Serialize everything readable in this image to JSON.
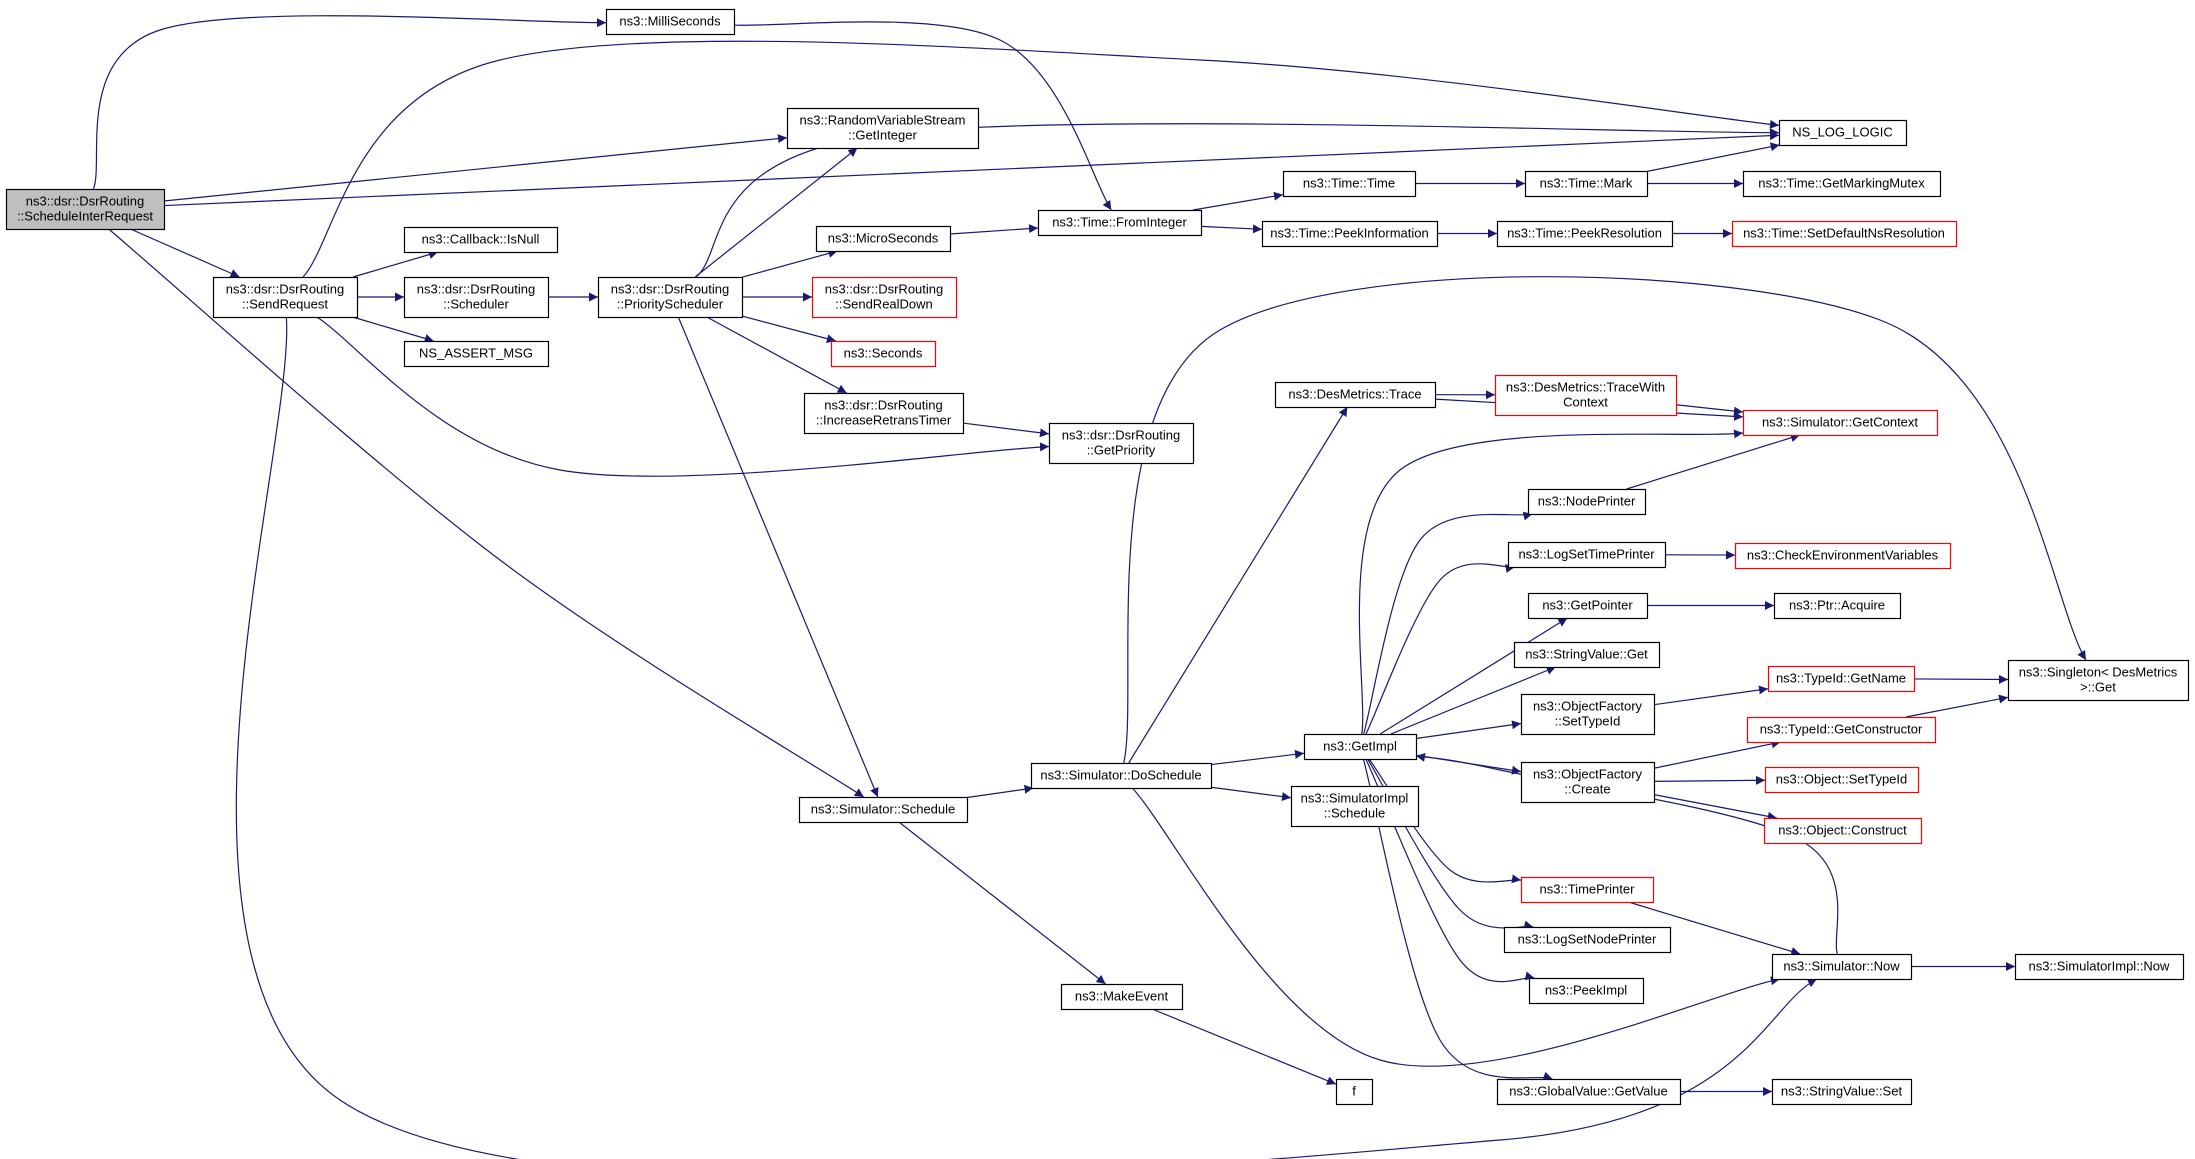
{
  "colors": {
    "edge": "#191970",
    "box_border": "#000000",
    "box_border_truncated": "#ff0000",
    "root_fill": "#bfbfbf",
    "box_fill": "#ffffff"
  },
  "nodes": [
    {
      "id": "root",
      "lines": [
        "ns3::dsr::DsrRouting",
        "::ScheduleInterRequest"
      ],
      "style": "root"
    },
    {
      "id": "milliseconds",
      "lines": [
        "ns3::MilliSeconds"
      ],
      "style": "normal"
    },
    {
      "id": "rvs_getinteger",
      "lines": [
        "ns3::RandomVariableStream",
        "::GetInteger"
      ],
      "style": "normal"
    },
    {
      "id": "ns_log_logic",
      "lines": [
        "NS_LOG_LOGIC"
      ],
      "style": "normal"
    },
    {
      "id": "callback_isnull",
      "lines": [
        "ns3::Callback::IsNull"
      ],
      "style": "normal"
    },
    {
      "id": "sendrequest",
      "lines": [
        "ns3::dsr::DsrRouting",
        "::SendRequest"
      ],
      "style": "normal"
    },
    {
      "id": "scheduler",
      "lines": [
        "ns3::dsr::DsrRouting",
        "::Scheduler"
      ],
      "style": "normal"
    },
    {
      "id": "priorityscheduler",
      "lines": [
        "ns3::dsr::DsrRouting",
        "::PriorityScheduler"
      ],
      "style": "normal"
    },
    {
      "id": "ns_assert_msg",
      "lines": [
        "NS_ASSERT_MSG"
      ],
      "style": "normal"
    },
    {
      "id": "microseconds",
      "lines": [
        "ns3::MicroSeconds"
      ],
      "style": "normal"
    },
    {
      "id": "sendrealdown",
      "lines": [
        "ns3::dsr::DsrRouting",
        "::SendRealDown"
      ],
      "style": "truncated"
    },
    {
      "id": "seconds",
      "lines": [
        "ns3::Seconds"
      ],
      "style": "truncated"
    },
    {
      "id": "increaseretranstimer",
      "lines": [
        "ns3::dsr::DsrRouting",
        "::IncreaseRetransTimer"
      ],
      "style": "normal"
    },
    {
      "id": "getpriority",
      "lines": [
        "ns3::dsr::DsrRouting",
        "::GetPriority"
      ],
      "style": "normal"
    },
    {
      "id": "time_frominteger",
      "lines": [
        "ns3::Time::FromInteger"
      ],
      "style": "normal"
    },
    {
      "id": "time_time",
      "lines": [
        "ns3::Time::Time"
      ],
      "style": "normal"
    },
    {
      "id": "time_mark",
      "lines": [
        "ns3::Time::Mark"
      ],
      "style": "normal"
    },
    {
      "id": "time_getmarkingmutex",
      "lines": [
        "ns3::Time::GetMarkingMutex"
      ],
      "style": "normal"
    },
    {
      "id": "time_peekinformation",
      "lines": [
        "ns3::Time::PeekInformation"
      ],
      "style": "normal"
    },
    {
      "id": "time_peekresolution",
      "lines": [
        "ns3::Time::PeekResolution"
      ],
      "style": "normal"
    },
    {
      "id": "time_setdefaultnsresolution",
      "lines": [
        "ns3::Time::SetDefaultNsResolution"
      ],
      "style": "truncated"
    },
    {
      "id": "desmetrics_trace",
      "lines": [
        "ns3::DesMetrics::Trace"
      ],
      "style": "normal"
    },
    {
      "id": "desmetrics_tracewithcontext",
      "lines": [
        "ns3::DesMetrics::TraceWith",
        "Context"
      ],
      "style": "truncated"
    },
    {
      "id": "simulator_getcontext",
      "lines": [
        "ns3::Simulator::GetContext"
      ],
      "style": "truncated"
    },
    {
      "id": "nodeprinter",
      "lines": [
        "ns3::NodePrinter"
      ],
      "style": "normal"
    },
    {
      "id": "logsettimeprinter",
      "lines": [
        "ns3::LogSetTimePrinter"
      ],
      "style": "normal"
    },
    {
      "id": "checkenvironmentvariables",
      "lines": [
        "ns3::CheckEnvironmentVariables"
      ],
      "style": "truncated"
    },
    {
      "id": "getpointer",
      "lines": [
        "ns3::GetPointer"
      ],
      "style": "normal"
    },
    {
      "id": "ptr_acquire",
      "lines": [
        "ns3::Ptr::Acquire"
      ],
      "style": "normal"
    },
    {
      "id": "stringvalue_get",
      "lines": [
        "ns3::StringValue::Get"
      ],
      "style": "normal"
    },
    {
      "id": "objectfactory_settypeid",
      "lines": [
        "ns3::ObjectFactory",
        "::SetTypeId"
      ],
      "style": "normal"
    },
    {
      "id": "typeid_getname",
      "lines": [
        "ns3::TypeId::GetName"
      ],
      "style": "truncated"
    },
    {
      "id": "singleton_get",
      "lines": [
        "ns3::Singleton< DesMetrics",
        ">::Get"
      ],
      "style": "normal"
    },
    {
      "id": "getimpl",
      "lines": [
        "ns3::GetImpl"
      ],
      "style": "normal"
    },
    {
      "id": "typeid_getconstructor",
      "lines": [
        "ns3::TypeId::GetConstructor"
      ],
      "style": "truncated"
    },
    {
      "id": "objectfactory_create",
      "lines": [
        "ns3::ObjectFactory",
        "::Create"
      ],
      "style": "normal"
    },
    {
      "id": "object_settypeid",
      "lines": [
        "ns3::Object::SetTypeId"
      ],
      "style": "truncated"
    },
    {
      "id": "object_construct",
      "lines": [
        "ns3::Object::Construct"
      ],
      "style": "truncated"
    },
    {
      "id": "simulator_doschedule",
      "lines": [
        "ns3::Simulator::DoSchedule"
      ],
      "style": "normal"
    },
    {
      "id": "simulatorimpl_schedule",
      "lines": [
        "ns3::SimulatorImpl",
        "::Schedule"
      ],
      "style": "normal"
    },
    {
      "id": "simulator_schedule",
      "lines": [
        "ns3::Simulator::Schedule"
      ],
      "style": "normal"
    },
    {
      "id": "timeprinter",
      "lines": [
        "ns3::TimePrinter"
      ],
      "style": "truncated"
    },
    {
      "id": "logsetnodeprinter",
      "lines": [
        "ns3::LogSetNodePrinter"
      ],
      "style": "normal"
    },
    {
      "id": "simulator_now",
      "lines": [
        "ns3::Simulator::Now"
      ],
      "style": "normal"
    },
    {
      "id": "simulatorimpl_now",
      "lines": [
        "ns3::SimulatorImpl::Now"
      ],
      "style": "normal"
    },
    {
      "id": "peekimpl",
      "lines": [
        "ns3::PeekImpl"
      ],
      "style": "normal"
    },
    {
      "id": "makeevent",
      "lines": [
        "ns3::MakeEvent"
      ],
      "style": "normal"
    },
    {
      "id": "f",
      "lines": [
        "f"
      ],
      "style": "normal"
    },
    {
      "id": "globalvalue_getvalue",
      "lines": [
        "ns3::GlobalValue::GetValue"
      ],
      "style": "normal"
    },
    {
      "id": "stringvalue_set",
      "lines": [
        "ns3::StringValue::Set"
      ],
      "style": "normal"
    }
  ],
  "edges": [
    {
      "from": "root",
      "to": "milliseconds"
    },
    {
      "from": "root",
      "to": "rvs_getinteger"
    },
    {
      "from": "root",
      "to": "ns_log_logic"
    },
    {
      "from": "root",
      "to": "sendrequest"
    },
    {
      "from": "root",
      "to": "simulator_schedule"
    },
    {
      "from": "milliseconds",
      "to": "time_frominteger"
    },
    {
      "from": "sendrequest",
      "to": "ns_log_logic"
    },
    {
      "from": "sendrequest",
      "to": "callback_isnull"
    },
    {
      "from": "sendrequest",
      "to": "scheduler"
    },
    {
      "from": "sendrequest",
      "to": "ns_assert_msg"
    },
    {
      "from": "sendrequest",
      "to": "getpriority"
    },
    {
      "from": "sendrequest",
      "to": "simulator_now"
    },
    {
      "from": "scheduler",
      "to": "priorityscheduler"
    },
    {
      "from": "priorityscheduler",
      "to": "rvs_getinteger"
    },
    {
      "from": "priorityscheduler",
      "to": "ns_log_logic"
    },
    {
      "from": "priorityscheduler",
      "to": "microseconds"
    },
    {
      "from": "priorityscheduler",
      "to": "sendrealdown"
    },
    {
      "from": "priorityscheduler",
      "to": "seconds"
    },
    {
      "from": "priorityscheduler",
      "to": "increaseretranstimer"
    },
    {
      "from": "priorityscheduler",
      "to": "simulator_schedule"
    },
    {
      "from": "increaseretranstimer",
      "to": "getpriority"
    },
    {
      "from": "microseconds",
      "to": "time_frominteger"
    },
    {
      "from": "time_frominteger",
      "to": "time_time"
    },
    {
      "from": "time_frominteger",
      "to": "time_peekinformation"
    },
    {
      "from": "time_time",
      "to": "time_mark"
    },
    {
      "from": "time_mark",
      "to": "ns_log_logic"
    },
    {
      "from": "time_mark",
      "to": "time_getmarkingmutex"
    },
    {
      "from": "time_peekinformation",
      "to": "time_peekresolution"
    },
    {
      "from": "time_peekresolution",
      "to": "time_setdefaultnsresolution"
    },
    {
      "from": "simulator_schedule",
      "to": "simulator_doschedule"
    },
    {
      "from": "simulator_schedule",
      "to": "makeevent"
    },
    {
      "from": "simulator_doschedule",
      "to": "desmetrics_trace"
    },
    {
      "from": "simulator_doschedule",
      "to": "singleton_get"
    },
    {
      "from": "simulator_doschedule",
      "to": "getimpl"
    },
    {
      "from": "simulator_doschedule",
      "to": "simulatorimpl_schedule"
    },
    {
      "from": "simulator_doschedule",
      "to": "simulator_now"
    },
    {
      "from": "desmetrics_trace",
      "to": "desmetrics_tracewithcontext"
    },
    {
      "from": "desmetrics_trace",
      "to": "simulator_getcontext"
    },
    {
      "from": "desmetrics_tracewithcontext",
      "to": "simulator_getcontext"
    },
    {
      "from": "getimpl",
      "to": "simulator_getcontext"
    },
    {
      "from": "getimpl",
      "to": "nodeprinter"
    },
    {
      "from": "getimpl",
      "to": "logsettimeprinter"
    },
    {
      "from": "getimpl",
      "to": "getpointer"
    },
    {
      "from": "getimpl",
      "to": "stringvalue_get"
    },
    {
      "from": "getimpl",
      "to": "objectfactory_settypeid"
    },
    {
      "from": "getimpl",
      "to": "objectfactory_create"
    },
    {
      "from": "getimpl",
      "to": "timeprinter"
    },
    {
      "from": "getimpl",
      "to": "logsetnodeprinter"
    },
    {
      "from": "getimpl",
      "to": "peekimpl"
    },
    {
      "from": "getimpl",
      "to": "globalvalue_getvalue"
    },
    {
      "from": "nodeprinter",
      "to": "simulator_getcontext"
    },
    {
      "from": "logsettimeprinter",
      "to": "checkenvironmentvariables"
    },
    {
      "from": "getpointer",
      "to": "ptr_acquire"
    },
    {
      "from": "objectfactory_settypeid",
      "to": "typeid_getname"
    },
    {
      "from": "typeid_getname",
      "to": "singleton_get"
    },
    {
      "from": "typeid_getconstructor",
      "to": "singleton_get"
    },
    {
      "from": "objectfactory_create",
      "to": "typeid_getconstructor"
    },
    {
      "from": "objectfactory_create",
      "to": "object_settypeid"
    },
    {
      "from": "objectfactory_create",
      "to": "object_construct"
    },
    {
      "from": "timeprinter",
      "to": "simulator_now"
    },
    {
      "from": "simulator_now",
      "to": "getimpl"
    },
    {
      "from": "simulator_now",
      "to": "simulatorimpl_now"
    },
    {
      "from": "makeevent",
      "to": "f"
    },
    {
      "from": "globalvalue_getvalue",
      "to": "stringvalue_set"
    }
  ]
}
